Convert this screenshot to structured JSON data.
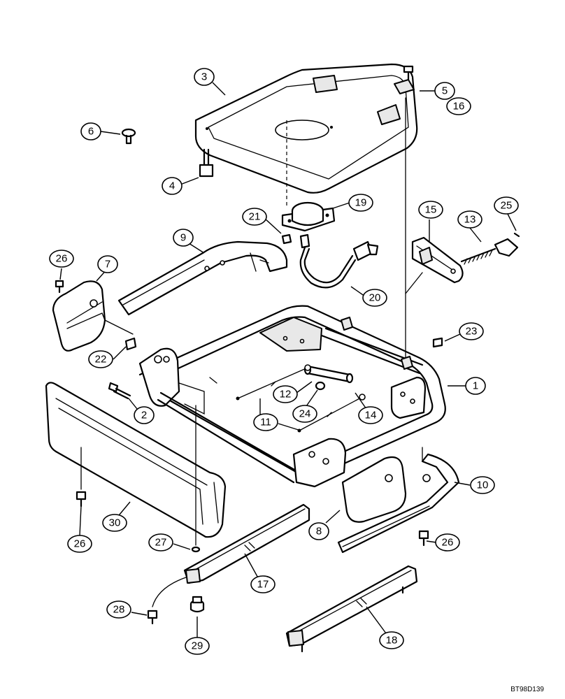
{
  "diagram": {
    "drawing_code": "BT98D139",
    "callouts": [
      {
        "id": "c3",
        "label": "3"
      },
      {
        "id": "c5",
        "label": "5"
      },
      {
        "id": "c16",
        "label": "16"
      },
      {
        "id": "c6",
        "label": "6"
      },
      {
        "id": "c4",
        "label": "4"
      },
      {
        "id": "c19",
        "label": "19"
      },
      {
        "id": "c21",
        "label": "21"
      },
      {
        "id": "c15",
        "label": "15"
      },
      {
        "id": "c13",
        "label": "13"
      },
      {
        "id": "c25",
        "label": "25"
      },
      {
        "id": "c9",
        "label": "9"
      },
      {
        "id": "c26a",
        "label": "26"
      },
      {
        "id": "c7",
        "label": "7"
      },
      {
        "id": "c20",
        "label": "20"
      },
      {
        "id": "c23",
        "label": "23"
      },
      {
        "id": "c22",
        "label": "22"
      },
      {
        "id": "c1",
        "label": "1"
      },
      {
        "id": "c12",
        "label": "12"
      },
      {
        "id": "c2",
        "label": "2"
      },
      {
        "id": "c24",
        "label": "24"
      },
      {
        "id": "c14",
        "label": "14"
      },
      {
        "id": "c11",
        "label": "11"
      },
      {
        "id": "c10",
        "label": "10"
      },
      {
        "id": "c8",
        "label": "8"
      },
      {
        "id": "c30",
        "label": "30"
      },
      {
        "id": "c26b",
        "label": "26"
      },
      {
        "id": "c26c",
        "label": "26"
      },
      {
        "id": "c27",
        "label": "27"
      },
      {
        "id": "c17",
        "label": "17"
      },
      {
        "id": "c28",
        "label": "28"
      },
      {
        "id": "c29",
        "label": "29"
      },
      {
        "id": "c18",
        "label": "18"
      }
    ]
  }
}
